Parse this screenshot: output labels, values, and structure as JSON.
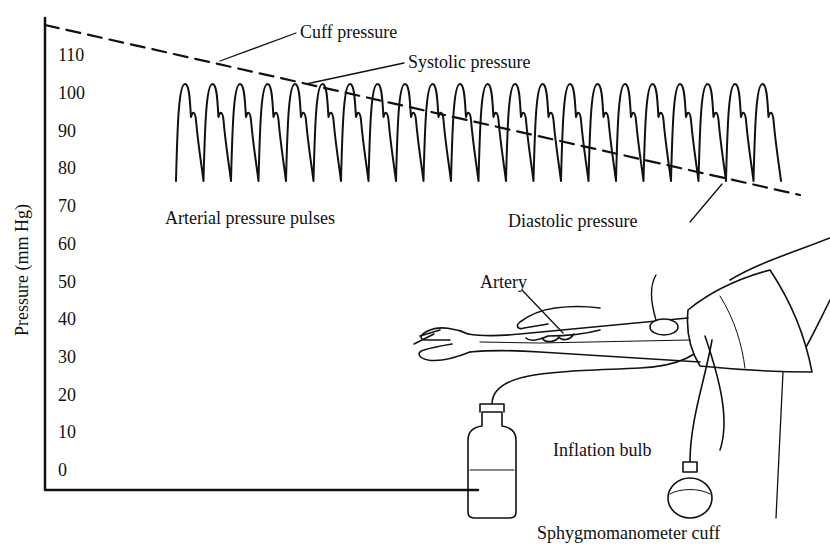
{
  "diagram": {
    "labels": [
      "Cuff pressure",
      "Systolic pressure",
      "Arterial pressure pulses",
      "Diastolic pressure",
      "Artery",
      "Inflation bulb",
      "Sphygmomanometer cuff",
      "Pressure (mm Hg)",
      "110",
      "100",
      "90",
      "80",
      "70",
      "60",
      "50",
      "40",
      "30",
      "20",
      "10",
      "0"
    ]
  }
}
